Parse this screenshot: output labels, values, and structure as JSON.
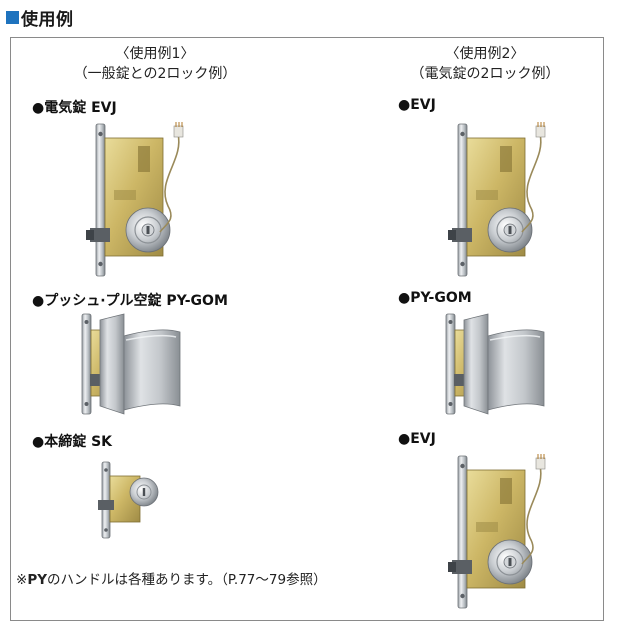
{
  "heading": {
    "text": "使用例",
    "accent_color": "#1e73be"
  },
  "col1": {
    "title_line1": "〈使用例1〉",
    "title_line2": "（一般錠との2ロック例）",
    "items": [
      {
        "label": "●電気錠 EVJ",
        "icon": "electric-mortise-lock-icon"
      },
      {
        "label": "●プッシュ·プル空錠 PY-GOM",
        "icon": "push-pull-handle-lock-icon"
      },
      {
        "label": "●本締錠 SK",
        "icon": "deadbolt-lock-icon"
      }
    ]
  },
  "col2": {
    "title_line1": "〈使用例2〉",
    "title_line2": "（電気錠の2ロック例）",
    "items": [
      {
        "label": "●EVJ",
        "icon": "electric-mortise-lock-icon"
      },
      {
        "label": "●PY-GOM",
        "icon": "push-pull-handle-lock-icon"
      },
      {
        "label": "●EVJ",
        "icon": "electric-mortise-lock-icon"
      }
    ]
  },
  "note": {
    "prefix": "※",
    "bold": "PY",
    "rest": "のハンドルは各種あります。（P.77～79参照）"
  }
}
